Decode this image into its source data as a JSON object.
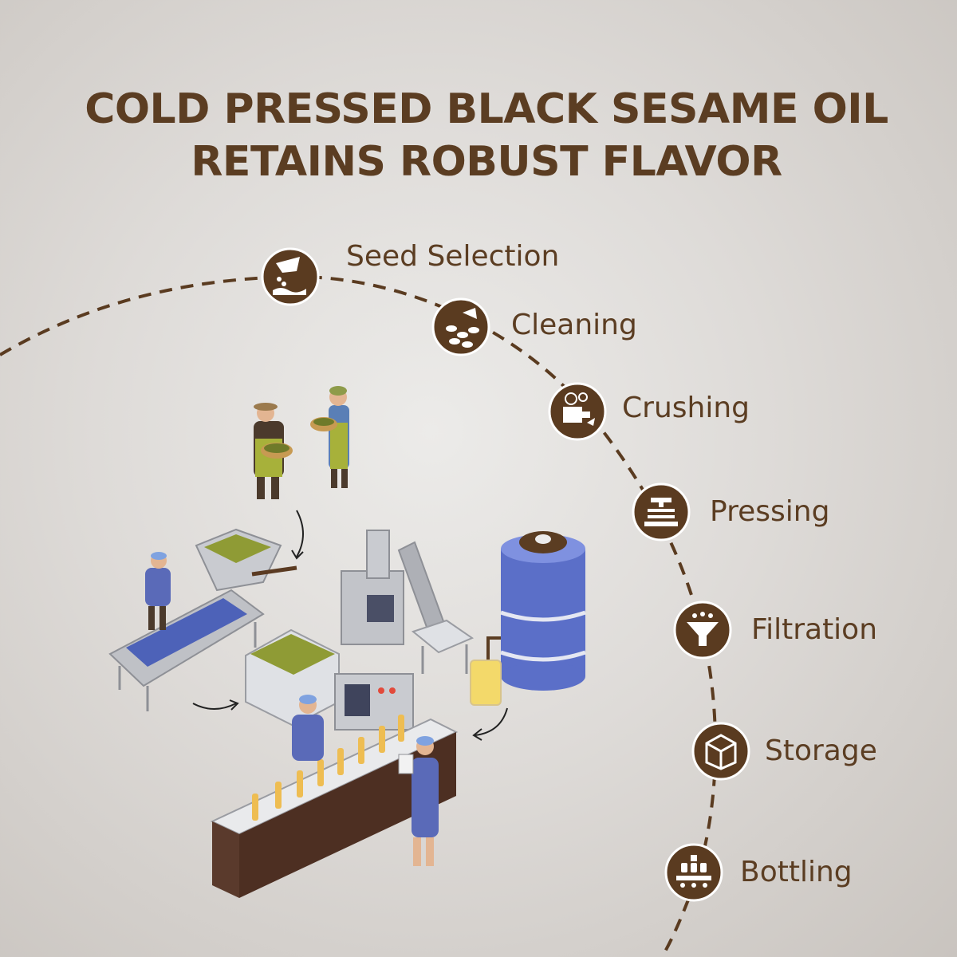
{
  "title": {
    "line1": "COLD PRESSED BLACK SESAME OIL",
    "line2": "RETAINS ROBUST FLAVOR"
  },
  "colors": {
    "brand_brown": "#5b3d22",
    "icon_fill": "#5a3b20",
    "background": "#dedbd8"
  },
  "steps": [
    {
      "label": "Seed Selection",
      "icon": "seed-pour-icon"
    },
    {
      "label": "Cleaning",
      "icon": "scoop-seeds-icon"
    },
    {
      "label": "Crushing",
      "icon": "crusher-machine-icon"
    },
    {
      "label": "Pressing",
      "icon": "press-icon"
    },
    {
      "label": "Filtration",
      "icon": "funnel-icon"
    },
    {
      "label": "Storage",
      "icon": "box-icon"
    },
    {
      "label": "Bottling",
      "icon": "bottling-line-icon"
    }
  ]
}
